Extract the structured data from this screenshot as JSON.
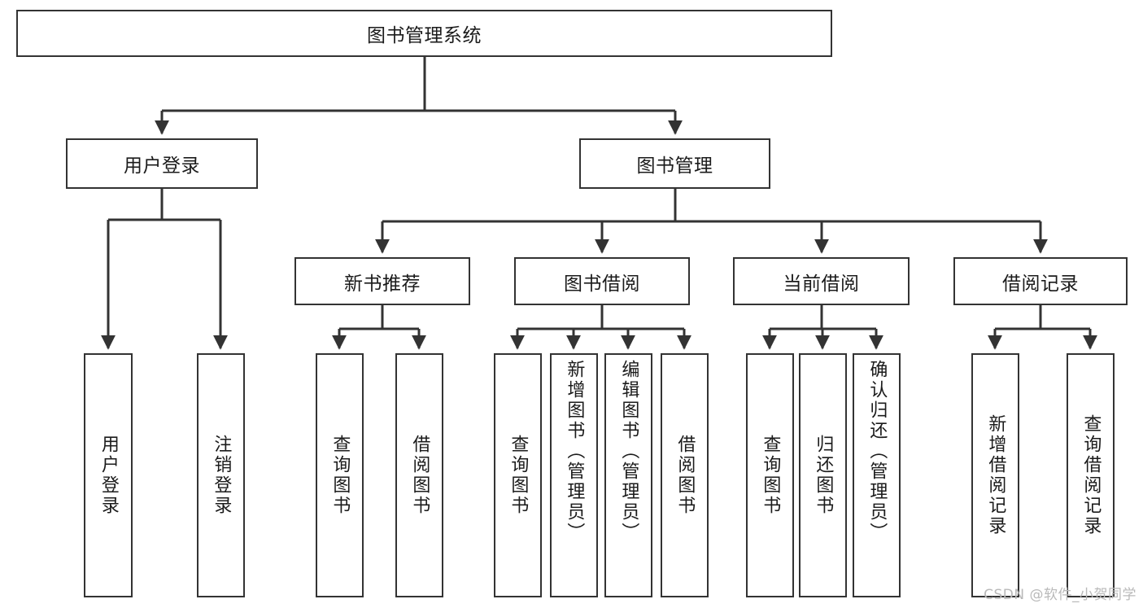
{
  "diagram": {
    "title": "图书管理系统",
    "watermark": "CSDN @软件_小贺同学",
    "line_color": "#333333",
    "box_fill": "#ffffff",
    "text_color": "#1b1b1b",
    "root": {
      "label": "图书管理系统"
    },
    "level2": [
      {
        "label": "用户登录"
      },
      {
        "label": "图书管理"
      }
    ],
    "level3": [
      {
        "label": "新书推荐"
      },
      {
        "label": "图书借阅"
      },
      {
        "label": "当前借阅"
      },
      {
        "label": "借阅记录"
      }
    ],
    "leaves": {
      "user_login": [
        {
          "label": "用户登录"
        },
        {
          "label": "注销登录"
        }
      ],
      "new_book_recommend": [
        {
          "label": "查询图书"
        },
        {
          "label": "借阅图书"
        }
      ],
      "book_borrow": [
        {
          "label": "查询图书"
        },
        {
          "label": "新增图书（管理员）"
        },
        {
          "label": "编辑图书（管理员）"
        },
        {
          "label": "借阅图书"
        }
      ],
      "current_borrow": [
        {
          "label": "查询图书"
        },
        {
          "label": "归还图书"
        },
        {
          "label": "确认归还（管理员）"
        }
      ],
      "borrow_record": [
        {
          "label": "新增借阅记录"
        },
        {
          "label": "查询借阅记录"
        }
      ]
    }
  }
}
